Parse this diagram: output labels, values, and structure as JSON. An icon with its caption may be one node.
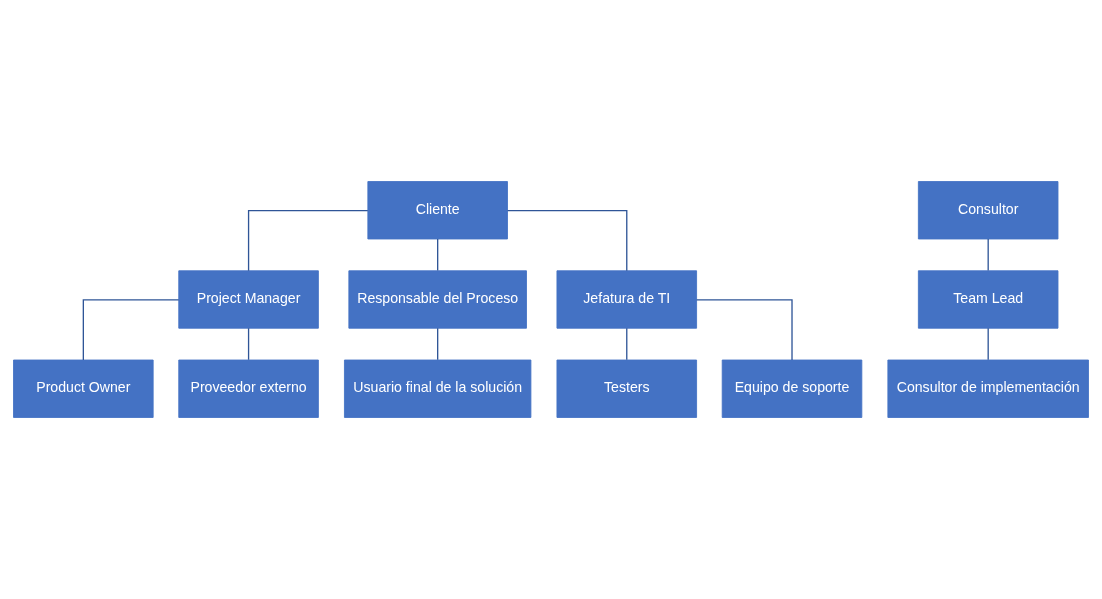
{
  "diagram": {
    "nodes": [
      {
        "text": [
          "Cliente"
        ]
      },
      {
        "text": [
          "Consultor"
        ]
      },
      {
        "text": [
          "Project Manager"
        ]
      },
      {
        "text": [
          "Responsable del Proceso"
        ]
      },
      {
        "text": [
          "Jefatura de TI"
        ]
      },
      {
        "text": [
          "Team Lead"
        ]
      },
      {
        "text": [
          "Product Owner"
        ]
      },
      {
        "text": [
          "Usuario final de la solución"
        ]
      },
      {
        "text": [
          "Testers"
        ]
      },
      {
        "text": [
          "Consultor de implementación"
        ]
      },
      {
        "text": [
          "Proveedor externo"
        ]
      },
      {
        "text": [
          "Equipo de soporte"
        ]
      }
    ],
    "edges": [
      {
        "from": 0,
        "to": 2,
        "arrow": "none"
      },
      {
        "from": 0,
        "to": 3,
        "arrow": "none"
      },
      {
        "from": 0,
        "to": 4,
        "arrow": "none"
      },
      {
        "from": 1,
        "to": 5,
        "arrow": "none"
      },
      {
        "from": 2,
        "to": 6,
        "arrow": "none"
      },
      {
        "from": 2,
        "to": 10,
        "arrow": "none"
      },
      {
        "from": 3,
        "to": 7,
        "arrow": "none"
      },
      {
        "from": 4,
        "to": 8,
        "arrow": "none"
      },
      {
        "from": 4,
        "to": 11,
        "arrow": "none"
      },
      {
        "from": 5,
        "to": 9,
        "arrow": "none"
      }
    ]
  }
}
